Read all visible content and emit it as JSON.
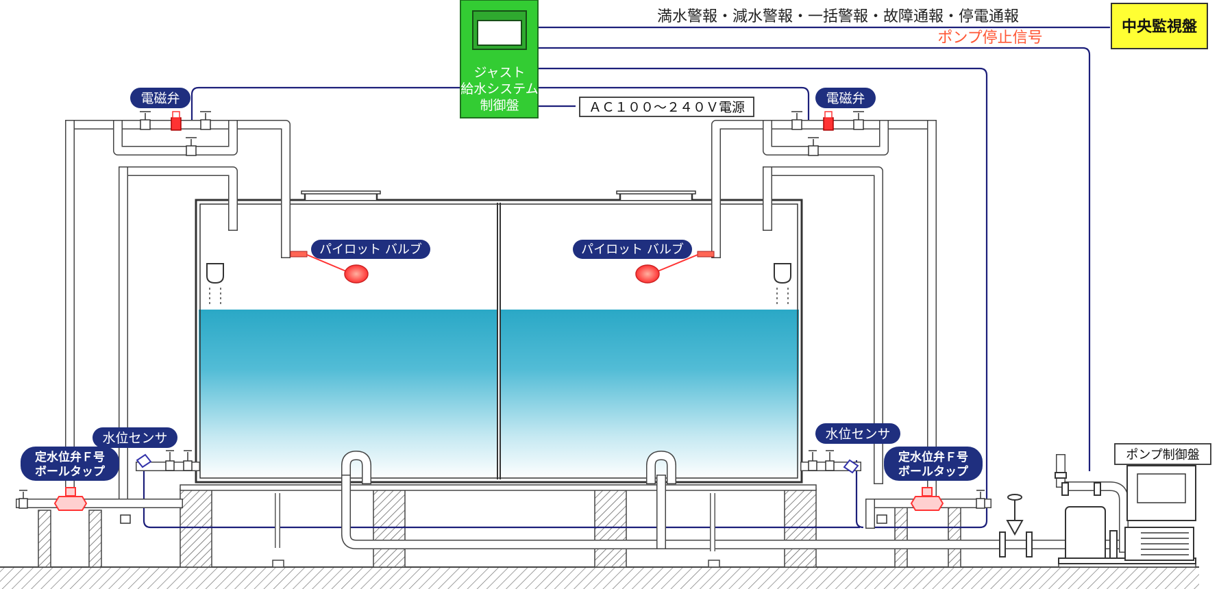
{
  "central_panel": {
    "label": "中央監視盤",
    "fill": "#ffff33"
  },
  "control_panel": {
    "line1": "ジャスト",
    "line2": "給水システム",
    "line3": "制御盤",
    "fill": "#33cc33"
  },
  "signals": {
    "alarms": "満水警報・減水警報・一括警報・故障通報・停電通報",
    "pump_stop": "ポンプ停止信号",
    "power": "ＡＣ１００～２４０Ｖ電源"
  },
  "labels": {
    "solenoid_left": "電磁弁",
    "solenoid_right": "電磁弁",
    "pilot_left": "パイロット バルブ",
    "pilot_right": "パイロット バルブ",
    "sensor_left": "水位センサ",
    "sensor_right": "水位センサ",
    "ballvalve_left_1": "定水位弁Ｆ号",
    "ballvalve_left_2": "ボールタップ",
    "ballvalve_right_1": "定水位弁Ｆ号",
    "ballvalve_right_2": "ボールタップ",
    "pump_panel": "ポンプ制御盤"
  },
  "colors": {
    "label_bg": "#1f2f7f",
    "signal_line": "#1c1f7a",
    "pump_signal_text": "#ff5533",
    "valve_red": "#ff3333",
    "water_top": "#2aa8c6"
  }
}
